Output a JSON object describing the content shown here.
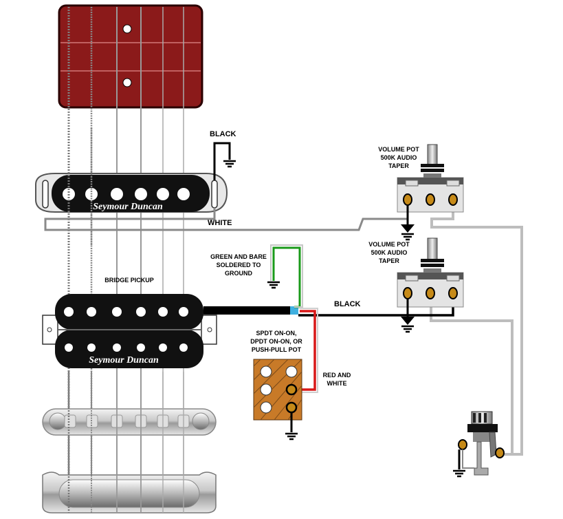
{
  "colors": {
    "neck_pickup_cover": "#8b1a1a",
    "pickup_body": "#111111",
    "switch_body": "#c87a28",
    "lug_gold": "#c68a18",
    "wire_black": "#000000",
    "wire_white": "#9a9a9a",
    "wire_green": "#1a9a1a",
    "wire_red": "#d81818",
    "wire_bare": "#3fb0e0"
  },
  "pickups": {
    "single_coil_brand": "Seymour Duncan",
    "bridge_brand": "Seymour Duncan",
    "bridge_label": "BRIDGE PICKUP"
  },
  "labels": {
    "black_top": "BLACK",
    "white": "WHITE",
    "green_bare_line1": "GREEN AND BARE",
    "green_bare_line2": "SOLDERED TO",
    "green_bare_line3": "GROUND",
    "black_mid": "BLACK",
    "switch_line1": "SPDT ON-ON,",
    "switch_line2": "DPDT ON-ON, OR",
    "switch_line3": "PUSH-PULL POT",
    "red_white_line1": "RED AND",
    "red_white_line2": "WHITE"
  },
  "pots": [
    {
      "line1": "VOLUME POT",
      "line2": "500K AUDIO",
      "line3": "TAPER"
    },
    {
      "line1": "VOLUME POT",
      "line2": "500K AUDIO",
      "line3": "TAPER"
    }
  ],
  "icons": {
    "ground": "ground-symbol-icon",
    "jack": "output-jack-icon"
  }
}
